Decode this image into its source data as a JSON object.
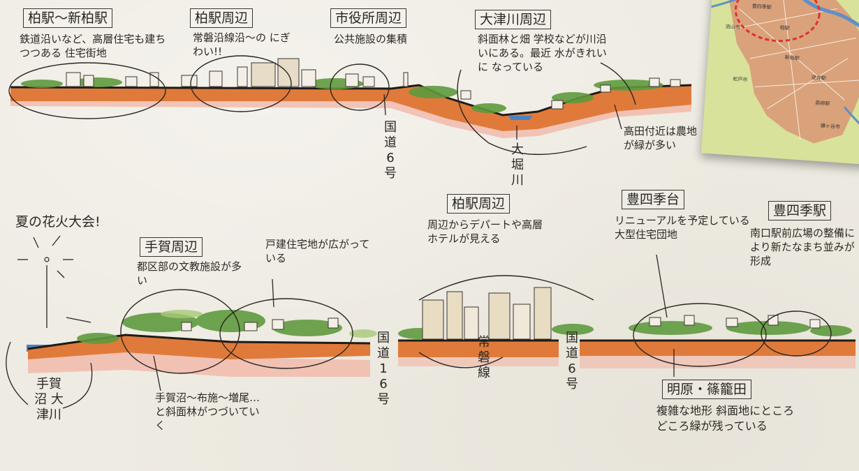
{
  "title_boxes": {
    "kashiwa_shinkashiwa": "柏駅～新柏駅",
    "kashiwa_area_top": "柏駅周辺",
    "shiyakusho": "市役所周辺",
    "otsugawa": "大津川周辺",
    "tegaura": "手賀周辺",
    "kashiwa_area_bottom": "柏駅周辺",
    "toyoshikidai": "豊四季台",
    "toyoshiki_station": "豊四季駅",
    "mitsuhara": "明原・篠籠田"
  },
  "notes": {
    "n1": "鉄道沿いなど、高層住宅も建ちつつある 住宅街地",
    "n2": "常磐沿線沿～の にぎわい!!",
    "n3": "公共施設の集積",
    "n4": "斜面林と畑 学校などが川沿いにある。最近 水がきれいに なっている",
    "n5": "高田付近は農地が緑が多い",
    "n6": "夏の花火大会!",
    "n7": "都区部の文教施設が多い",
    "n8": "戸建住宅地が広がっている",
    "n9": "周辺からデパートや高層ホテルが見える",
    "n10": "リニューアルを予定している大型住宅団地",
    "n11": "南口駅前広場の整備により新たなまち並みが形成",
    "n12": "手賀沼～布施～増尾…と斜面林がつづいていく",
    "n13": "複雑な地形 斜面地にところどころ緑が残っている"
  },
  "vertical_labels": {
    "route6_top": "国道6号",
    "otsugawa_top": "大堀川",
    "route16": "国道16号",
    "joban": "常磐線",
    "route6_bottom": "国道6号",
    "tega_otsu": "手賀沼 大津川"
  },
  "map": {
    "labels": [
      "豊四季駅",
      "流山市",
      "柏駅",
      "新柏駅",
      "松戸市",
      "逆井駅",
      "高柳駅",
      "鎌ヶ谷市"
    ],
    "colors": {
      "land": "#d9a27a",
      "water": "#5d8fc9",
      "outside": "#d8e29a",
      "boundary": "#e03030"
    }
  },
  "colors": {
    "soil": "#e07a3a",
    "soil_pink": "#f2b4a4",
    "greenery": "#5f9a3e",
    "ink": "#2a2622"
  }
}
